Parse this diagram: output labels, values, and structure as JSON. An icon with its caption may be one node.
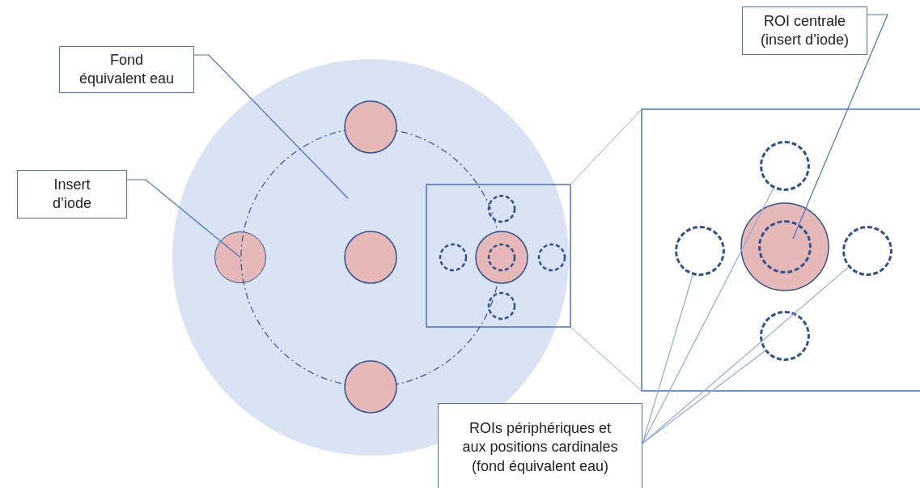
{
  "diagram": {
    "nodes": [
      {
        "text": [
          "Fond équivalent eau"
        ]
      },
      {
        "text": [
          "ROI centrale (insert d’iode)"
        ]
      },
      {
        "text": [
          "Insert d’iode"
        ]
      },
      {
        "text": [],
        "shape": "circle"
      },
      {
        "text": [],
        "shape": "circle",
        "in": 3
      },
      {
        "text": [],
        "shape": "circle"
      },
      {
        "text": [],
        "shape": "circle"
      },
      {
        "text": [],
        "shape": "circle"
      },
      {
        "text": [],
        "shape": "circle"
      },
      {
        "text": [],
        "shape": "circle"
      },
      {
        "text": [
          "ROIs périphériques et aux positions cardinales (fond équivalent eau)"
        ]
      }
    ],
    "edges": [
      {
        "from": 0,
        "to": 3,
        "arrow": "none"
      },
      {
        "from": 1,
        "to": 5,
        "arrow": "none"
      },
      {
        "from": 2,
        "to": 4,
        "arrow": "none"
      },
      {
        "from": 10,
        "to": 7,
        "arrow": "none"
      },
      {
        "from": 10,
        "to": 6,
        "arrow": "none"
      },
      {
        "from": 10,
        "to": 8,
        "arrow": "none"
      },
      {
        "from": 10,
        "to": 9,
        "arrow": "none"
      }
    ]
  }
}
